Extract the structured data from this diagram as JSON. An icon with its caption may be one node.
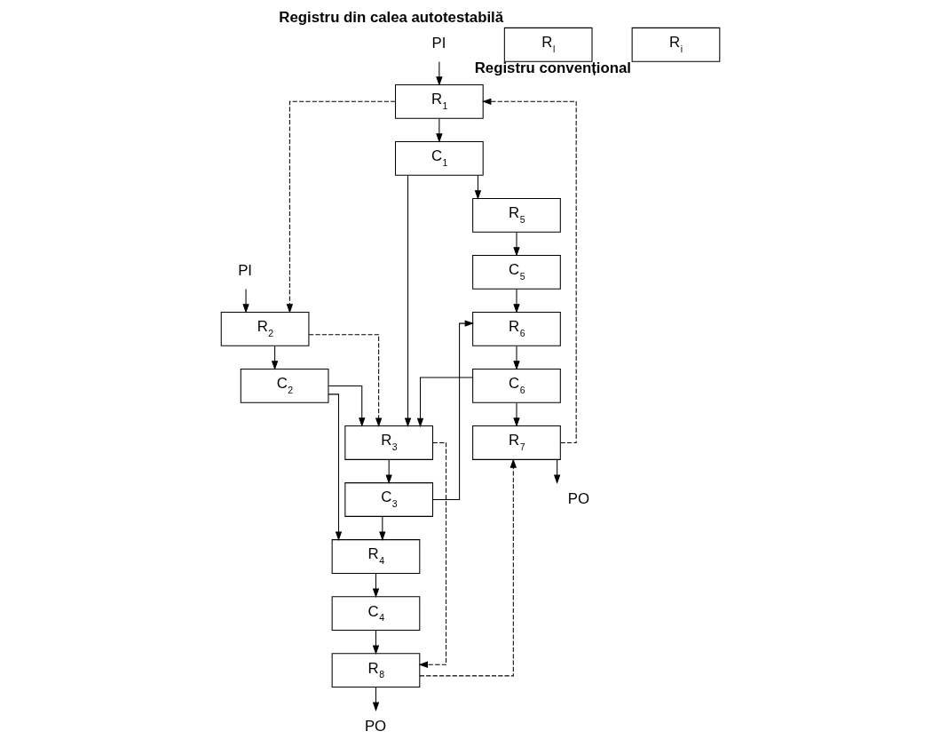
{
  "diagram": {
    "nodes": [
      {
        "text": [
          "PI"
        ]
      },
      {
        "text": [
          "PI"
        ]
      },
      {
        "text": [
          "R$_{1}$"
        ]
      },
      {
        "text": [
          "R$_{2}$"
        ]
      },
      {
        "text": [
          "C$_{1}$"
        ]
      },
      {
        "text": [
          "C$_{2}$"
        ]
      },
      {
        "text": [
          "R$_{5}$"
        ]
      },
      {
        "text": [
          "R$_{3}$"
        ]
      },
      {
        "text": [
          "C$_{5}$"
        ]
      },
      {
        "text": [
          "C$_{3}$"
        ]
      },
      {
        "text": [
          "R$_{6}$"
        ]
      },
      {
        "text": [
          "R$_{4}$"
        ]
      },
      {
        "text": [
          "C$_{6}$"
        ]
      },
      {
        "text": [
          "C$_{4}$"
        ]
      },
      {
        "text": [
          "R$_{7}$"
        ]
      },
      {
        "text": [
          "R$_{8}$"
        ]
      },
      {
        "text": [
          "PO"
        ]
      },
      {
        "text": [
          "PO"
        ]
      },
      {
        "text": [
          "R$_{l}$"
        ],
        "beside": [
          "Registru din calea autotestabilă"
        ]
      },
      {
        "text": [
          "R$_{i}$"
        ],
        "beside": [
          "Registru convențional"
        ]
      }
    ],
    "edges": [
      {
        "from": 0,
        "to": 2,
        "arrow": "to"
      },
      {
        "from": 1,
        "to": 3,
        "arrow": "to"
      },
      {
        "from": 2,
        "to": 3,
        "arrow": "to",
        "style": "dashed"
      },
      {
        "from": 2,
        "to": 4,
        "arrow": "to"
      },
      {
        "from": 3,
        "to": 5,
        "arrow": "to"
      },
      {
        "from": 3,
        "to": 7,
        "arrow": "to",
        "style": "dashed"
      },
      {
        "from": 4,
        "to": 6,
        "arrow": "to"
      },
      {
        "from": 4,
        "to": 7,
        "arrow": "to"
      },
      {
        "from": 12,
        "to": 7,
        "arrow": "to"
      },
      {
        "from": 5,
        "to": 7,
        "arrow": "to"
      },
      {
        "from": 5,
        "to": 11,
        "arrow": "to"
      },
      {
        "from": 6,
        "to": 8,
        "arrow": "to"
      },
      {
        "from": 7,
        "to": 9,
        "arrow": "to"
      },
      {
        "from": 7,
        "to": 15,
        "arrow": "to",
        "style": "dashed"
      },
      {
        "from": 8,
        "to": 10,
        "arrow": "to"
      },
      {
        "from": 9,
        "to": 10,
        "arrow": "to"
      },
      {
        "from": 9,
        "to": 11,
        "arrow": "to"
      },
      {
        "from": 10,
        "to": 12,
        "arrow": "to"
      },
      {
        "from": 11,
        "to": 13,
        "arrow": "to"
      },
      {
        "from": 12,
        "to": 14,
        "arrow": "to"
      },
      {
        "from": 13,
        "to": 15,
        "arrow": "to"
      },
      {
        "from": 15,
        "to": 14,
        "arrow": "to",
        "style": "dashed"
      },
      {
        "from": 14,
        "to": 2,
        "arrow": "to",
        "style": "dashed"
      },
      {
        "from": 14,
        "to": 16,
        "arrow": "to"
      },
      {
        "from": 15,
        "to": 17,
        "arrow": "to"
      }
    ]
  }
}
